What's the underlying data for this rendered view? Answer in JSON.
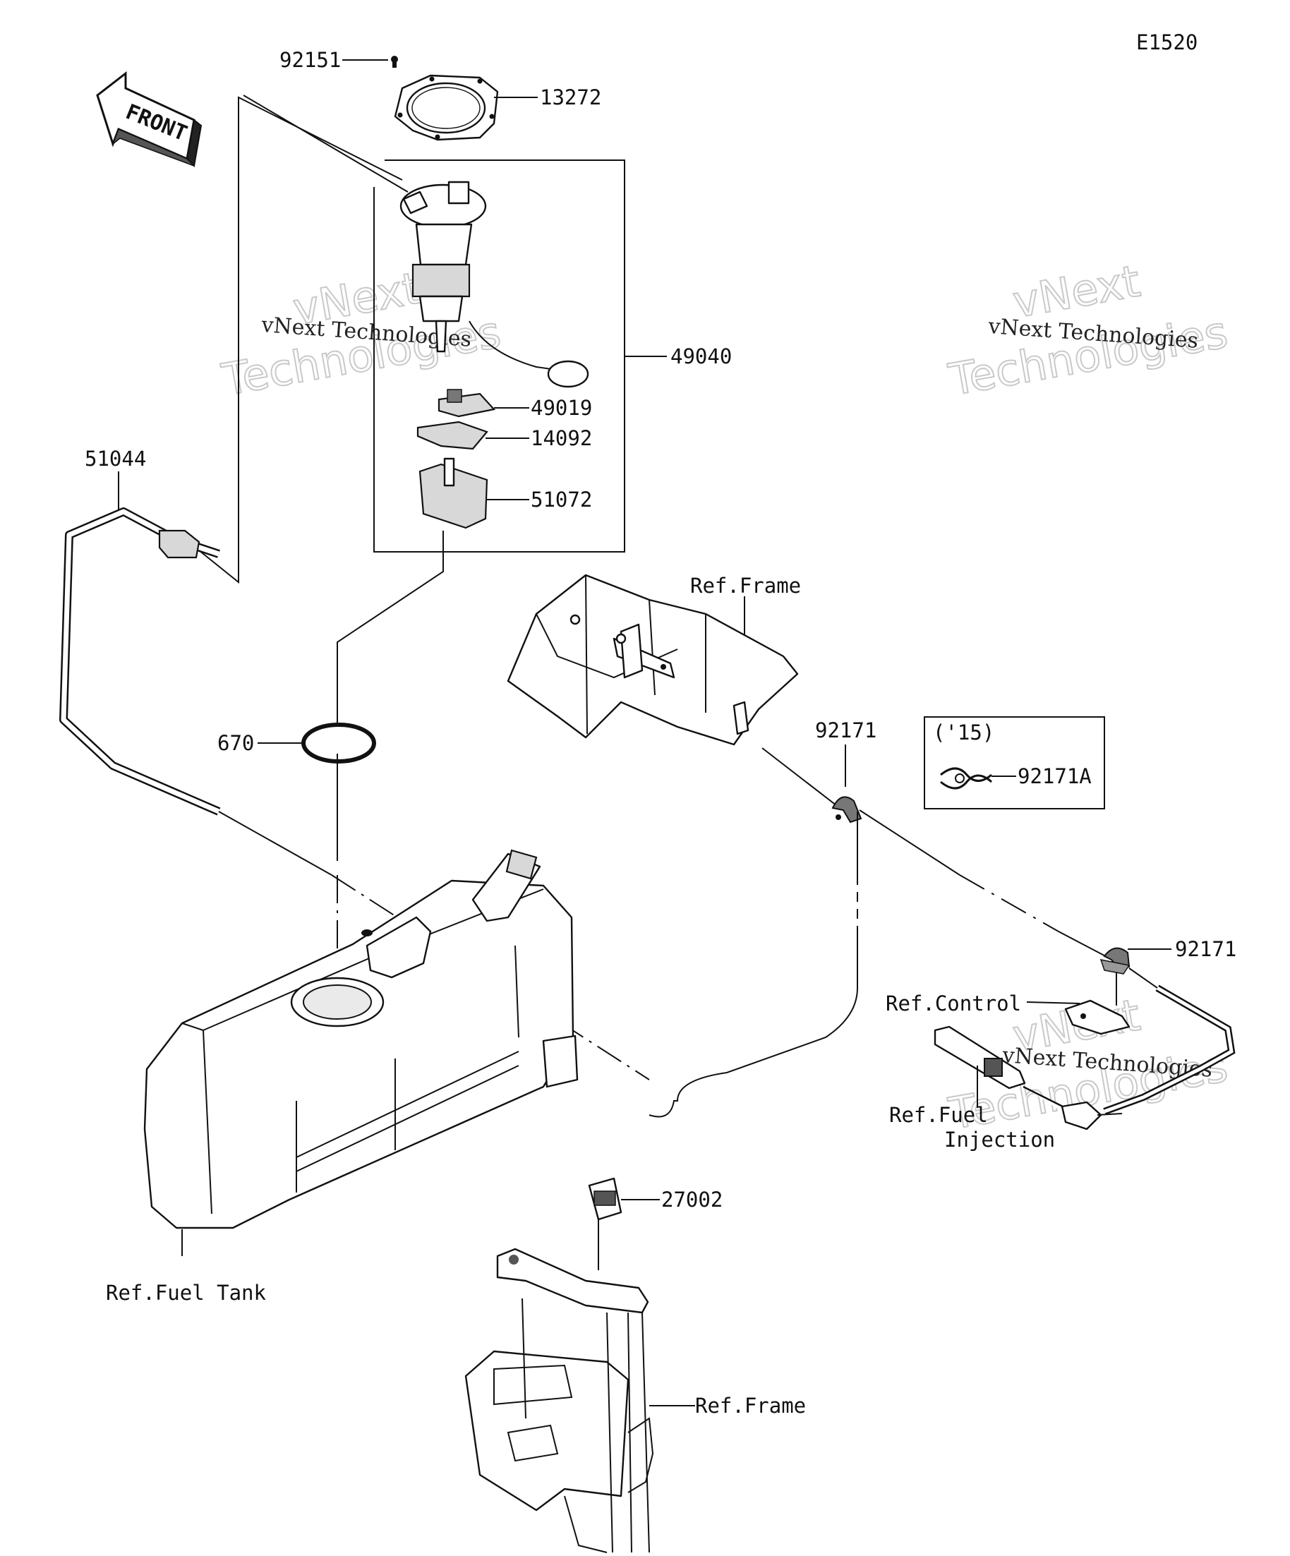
{
  "diagram": {
    "code": "E1520",
    "front_label": "FRONT",
    "variant_note": "('15)",
    "watermark_text": "vNext Technologies",
    "watermark_lines": [
      "vNext",
      "Technologies"
    ],
    "callouts": [
      {
        "id": "92151",
        "text": "92151"
      },
      {
        "id": "13272",
        "text": "13272"
      },
      {
        "id": "49040",
        "text": "49040"
      },
      {
        "id": "49019",
        "text": "49019"
      },
      {
        "id": "14092",
        "text": "14092"
      },
      {
        "id": "51072",
        "text": "51072"
      },
      {
        "id": "51044",
        "text": "51044"
      },
      {
        "id": "670",
        "text": "670"
      },
      {
        "id": "ref-frame-top",
        "text": "Ref.Frame"
      },
      {
        "id": "92171-top",
        "text": "92171"
      },
      {
        "id": "92171A",
        "text": "92171A"
      },
      {
        "id": "92171-right",
        "text": "92171"
      },
      {
        "id": "ref-control",
        "text": "Ref.Control"
      },
      {
        "id": "ref-fuel-injection-1",
        "text": "Ref.Fuel"
      },
      {
        "id": "ref-fuel-injection-2",
        "text": "Injection"
      },
      {
        "id": "27002",
        "text": "27002"
      },
      {
        "id": "ref-frame-bottom",
        "text": "Ref.Frame"
      },
      {
        "id": "ref-fuel-tank",
        "text": "Ref.Fuel Tank"
      }
    ]
  }
}
